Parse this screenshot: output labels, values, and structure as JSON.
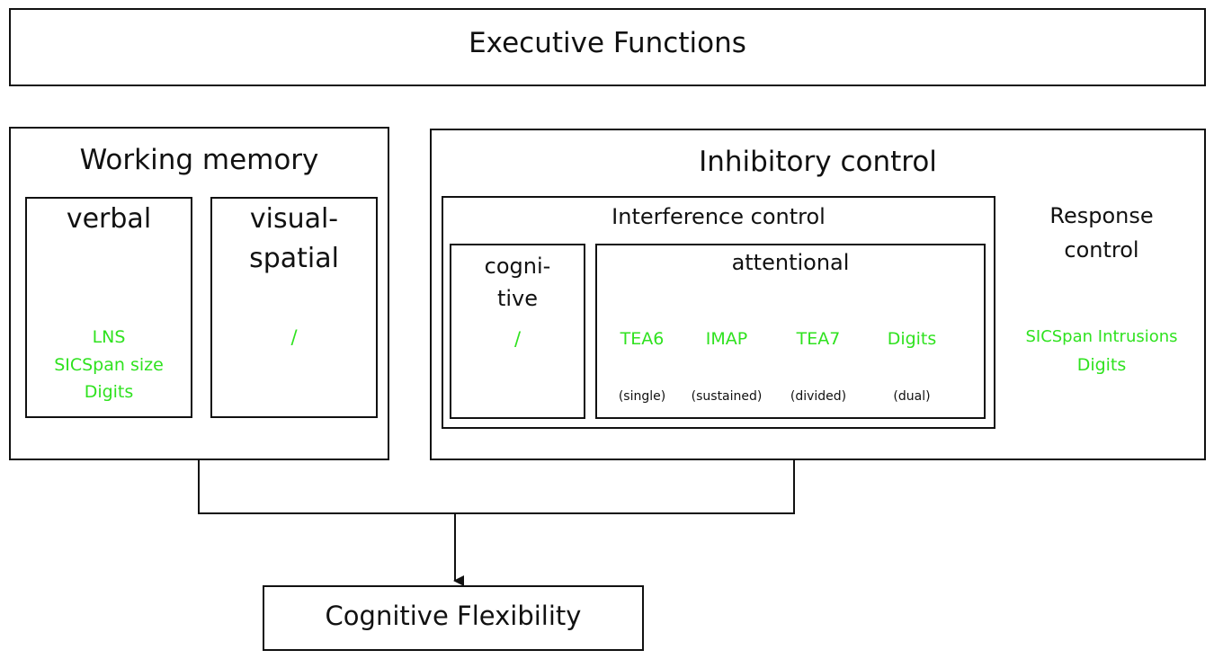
{
  "executive": {
    "title": "Executive Functions"
  },
  "working_memory": {
    "title": "Working memory",
    "verbal": {
      "label": "verbal",
      "tests": [
        "LNS",
        "SICSpan size",
        "Digits"
      ]
    },
    "visual_spatial": {
      "label_line1": "visual-",
      "label_line2": "spatial",
      "tests": "/"
    }
  },
  "inhibitory": {
    "title": "Inhibitory control",
    "interference": {
      "title": "Interference control",
      "cognitive": {
        "label_line1": "cogni-",
        "label_line2": "tive",
        "tests": "/"
      },
      "attentional": {
        "title": "attentional",
        "tests": [
          {
            "name": "TEA6",
            "type": "(single)"
          },
          {
            "name": "IMAP",
            "type": "(sustained)"
          },
          {
            "name": "TEA7",
            "type": "(divided)"
          },
          {
            "name": "Digits",
            "type": "(dual)"
          }
        ]
      }
    },
    "response": {
      "title_line1": "Response",
      "title_line2": "control",
      "tests": [
        "SICSpan Intrusions",
        "Digits"
      ]
    }
  },
  "cognitive_flexibility": {
    "title": "Cognitive Flexibility"
  },
  "colors": {
    "line": "#111111",
    "test": "#2fe21f"
  }
}
